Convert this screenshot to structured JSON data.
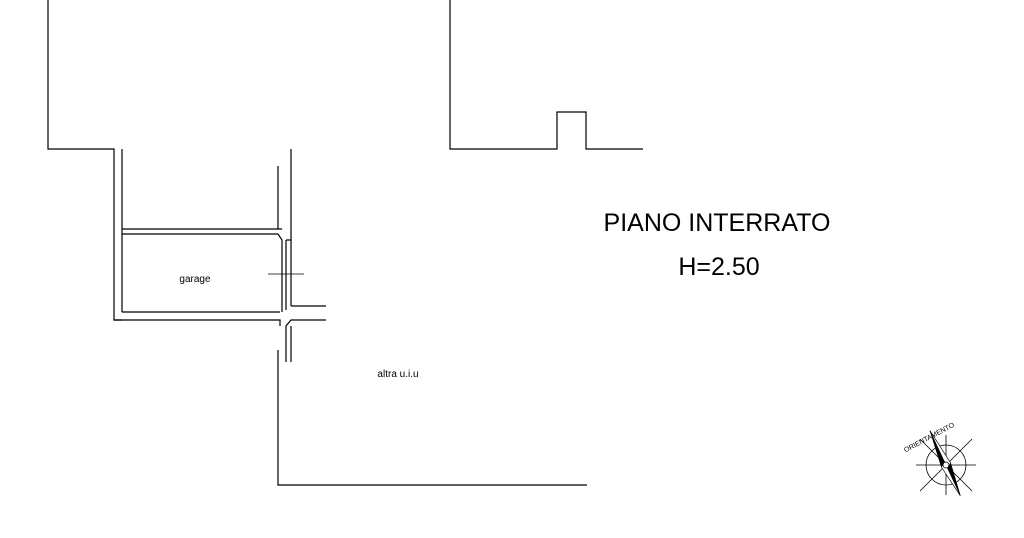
{
  "floor": {
    "title": "PIANO INTERRATO",
    "height": "H=2.50"
  },
  "rooms": {
    "garage": "garage",
    "other_unit": "altra u.i.u"
  },
  "compass": {
    "label": "ORIENTAMENTO"
  }
}
